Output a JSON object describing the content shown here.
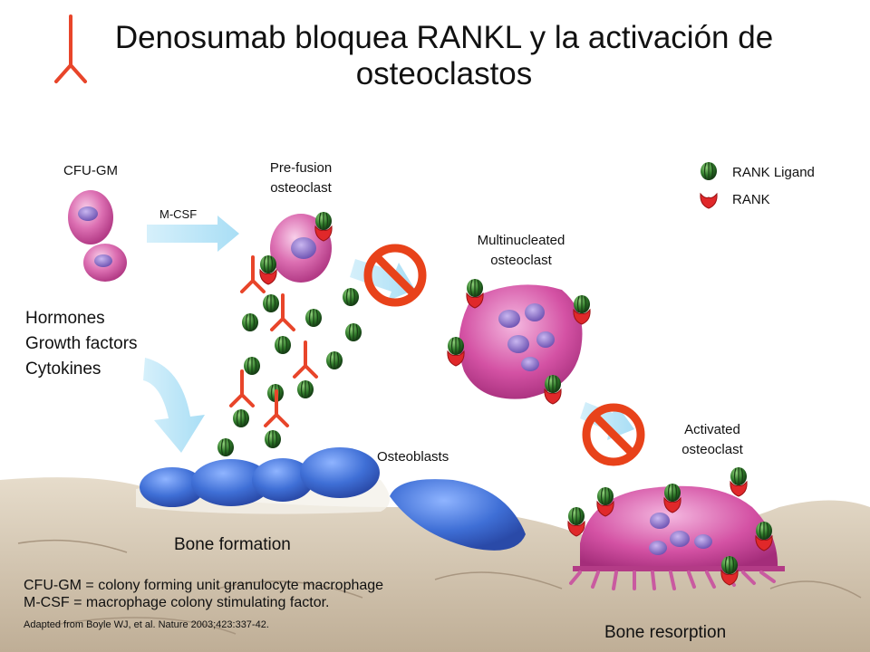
{
  "title": "Denosumab bloquea RANKL y la activación de osteoclastos",
  "labels": {
    "cfu_gm": "CFU-GM",
    "m_csf": "M-CSF",
    "pre_fusion": "Pre-fusion osteoclast",
    "multinucleated": "Multinucleated osteoclast",
    "activated": "Activated osteoclast",
    "osteoblasts": "Osteoblasts",
    "hormones": "Hormones",
    "growth_factors": "Growth factors",
    "cytokines": "Cytokines",
    "bone_formation": "Bone formation",
    "bone_resorption": "Bone resorption"
  },
  "legend": {
    "rank_ligand": "RANK Ligand",
    "rank": "RANK"
  },
  "footnotes": {
    "line1": "CFU-GM = colony forming unit granulocyte macrophage",
    "line2": "M-CSF = macrophage colony stimulating factor.",
    "citation": "Adapted from Boyle WJ, et al. Nature 2003;423:337-42."
  },
  "colors": {
    "antibody": "#e8452a",
    "block": "#e8421a",
    "cell_pink": "#d6559f",
    "ligand_green": "#2f7a2a",
    "rank_red": "#e0282a",
    "osteoblast_blue": "#3f6fd6",
    "arrow_blue": "#bfe6f7",
    "bone": "#d8cbb8"
  }
}
